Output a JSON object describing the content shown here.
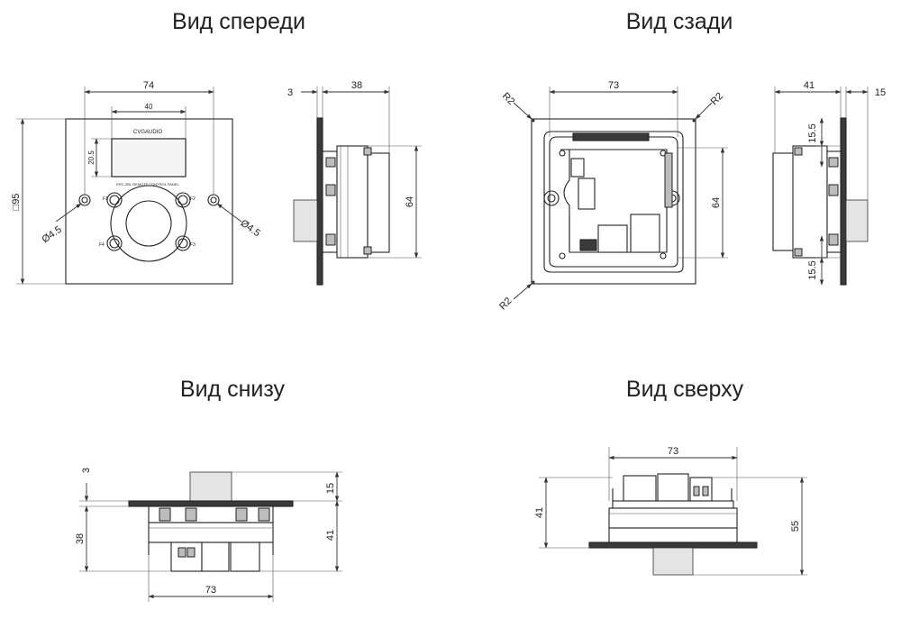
{
  "views": {
    "front": {
      "title": "Вид спереди",
      "dim_width": "74",
      "dim_display_width": "40",
      "dim_display_height": "20.5",
      "dim_height": "□95",
      "dim_hole_left": "Ø4.5",
      "dim_hole_right": "Ø4.5",
      "logo": "CVGAUDIO",
      "panel_text": "ERC-2BL REMOTE CONTROL PANEL",
      "buttons": [
        "F1",
        "F2",
        "F4",
        "F3"
      ]
    },
    "front_side": {
      "dim_plate": "3",
      "dim_depth": "38",
      "dim_height": "64"
    },
    "back": {
      "title": "Вид сзади",
      "dim_width": "73",
      "dim_height": "64",
      "radius_tl": "R2",
      "radius_tr": "R2",
      "radius_bl": "R2"
    },
    "back_side": {
      "dim_depth": "41",
      "dim_knob": "15",
      "dim_top": "15.5",
      "dim_bottom": "15.5"
    },
    "bottom": {
      "title": "Вид снизу",
      "dim_plate": "3",
      "dim_knob": "15",
      "dim_body": "38",
      "dim_total": "41",
      "dim_width": "73"
    },
    "top": {
      "title": "Вид сверху",
      "dim_width": "73",
      "dim_body": "41",
      "dim_total": "55"
    }
  }
}
